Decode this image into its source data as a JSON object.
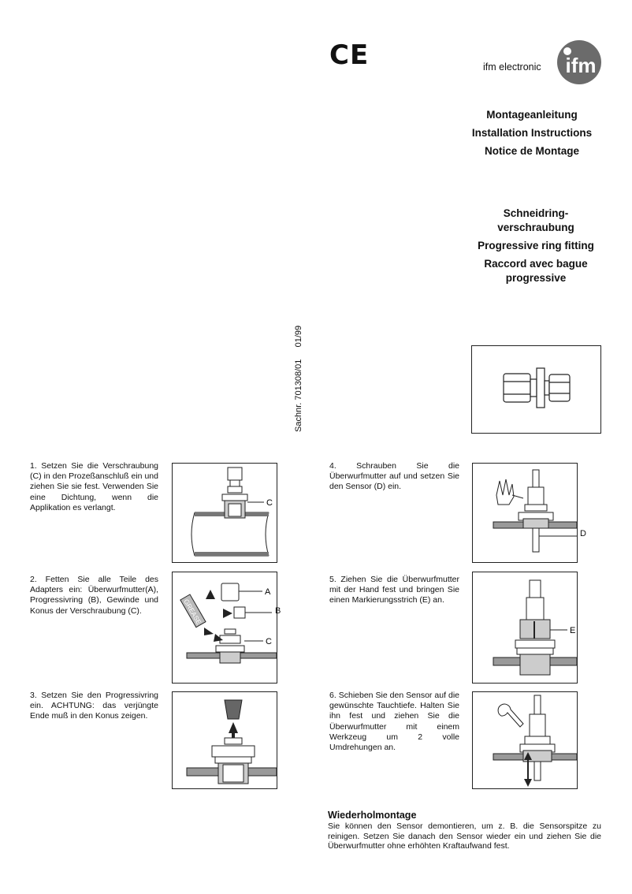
{
  "header": {
    "ce_mark": "CE",
    "brand": "ifm electronic",
    "logo_text": "ifm"
  },
  "titles": [
    "Montageanleitung",
    "Installation Instructions",
    "Notice de Montage"
  ],
  "product": {
    "de": "Schneidring-\nverschraubung",
    "en": "Progressive ring fitting",
    "fr": "Raccord avec bague progressive"
  },
  "part_number": "Sachnr. 701308/01     01/99",
  "steps": [
    {
      "text": "1. Setzen Sie die Verschraubung (C) in den Prozeßanschluß ein und ziehen Sie sie fest. Verwenden Sie eine Dichtung, wenn die Applikation es verlangt.",
      "labels": [
        "C"
      ]
    },
    {
      "text": "2. Fetten Sie alle Teile des Adapters ein: Überwurfmutter(A), Progressivring (B), Gewinde und Konus der Verschraubung (C).",
      "labels": [
        "A",
        "B",
        "C",
        "GREASE"
      ]
    },
    {
      "text": "3. Setzen Sie den Progressivring ein. ACHTUNG: das verjüngte Ende muß in den Konus zeigen.",
      "labels": []
    },
    {
      "text": "4. Schrauben Sie die Überwurfmutter auf und setzen Sie den Sensor (D) ein.",
      "labels": [
        "D"
      ]
    },
    {
      "text": "5. Ziehen Sie die Überwurfmutter mit der Hand fest und bringen Sie einen Markierungsstrich (E) an.",
      "labels": [
        "E"
      ]
    },
    {
      "text": "6. Schieben Sie den Sensor auf die gewünschte Tauchtiefe. Halten Sie ihn fest und ziehen Sie die Überwurfmutter mit einem Werkzeug um 2 volle Umdrehungen an.",
      "labels": []
    }
  ],
  "reassembly": {
    "heading": "Wiederholmontage",
    "text": "Sie können den Sensor demontieren, um z. B. die Sensorspitze zu reinigen. Setzen Sie danach den Sensor wieder ein und ziehen Sie die Überwurfmutter ohne erhöhten Kraftaufwand fest."
  }
}
